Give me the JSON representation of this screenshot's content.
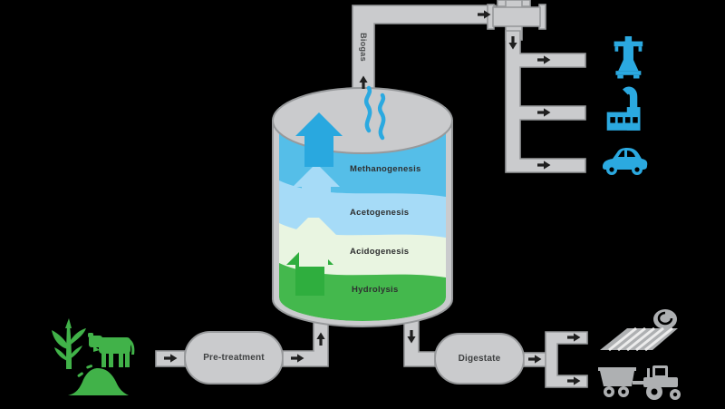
{
  "diagram": "anaerobic-digestion-biogas-process",
  "colors": {
    "background": "#000000",
    "pipe": "#cacbcd",
    "pipe_outline": "#97999b",
    "flow_arrow": "#1f1f1f",
    "biogas_blue": "#2ba9e0",
    "feedstock_green": "#41b249",
    "digestate_gray": "#aeb0b2",
    "label_text": "#2e2f30"
  },
  "digester": {
    "layers": [
      {
        "label": "Methanogenesis",
        "color": "#55bee8",
        "arrow_color": "#29a8df"
      },
      {
        "label": "Acetogenesis",
        "color": "#a6dbf7",
        "arrow_color": "#a6dbf7"
      },
      {
        "label": "Acidogenesis",
        "color": "#e9f5e1",
        "arrow_color": "#e9f5e1"
      },
      {
        "label": "Hydrolysis",
        "color": "#44b84d",
        "arrow_color": "#2fae3e"
      }
    ]
  },
  "pipeline": {
    "biogas_label": "Biogas"
  },
  "nodes": {
    "pretreatment_label": "Pre-treatment",
    "digestate_label": "Digestate"
  },
  "icons": {
    "feedstock_inputs": [
      "corn-plant-icon",
      "cow-icon",
      "waste-pile-icon"
    ],
    "biogas_uses": [
      "power-pylon-icon",
      "factory-icon",
      "car-icon"
    ],
    "digestate_uses": [
      "field-icon",
      "tractor-trailer-icon"
    ],
    "fittings": [
      "gas-valve-icon",
      "steam-icon",
      "flow-arrow-icon"
    ]
  }
}
